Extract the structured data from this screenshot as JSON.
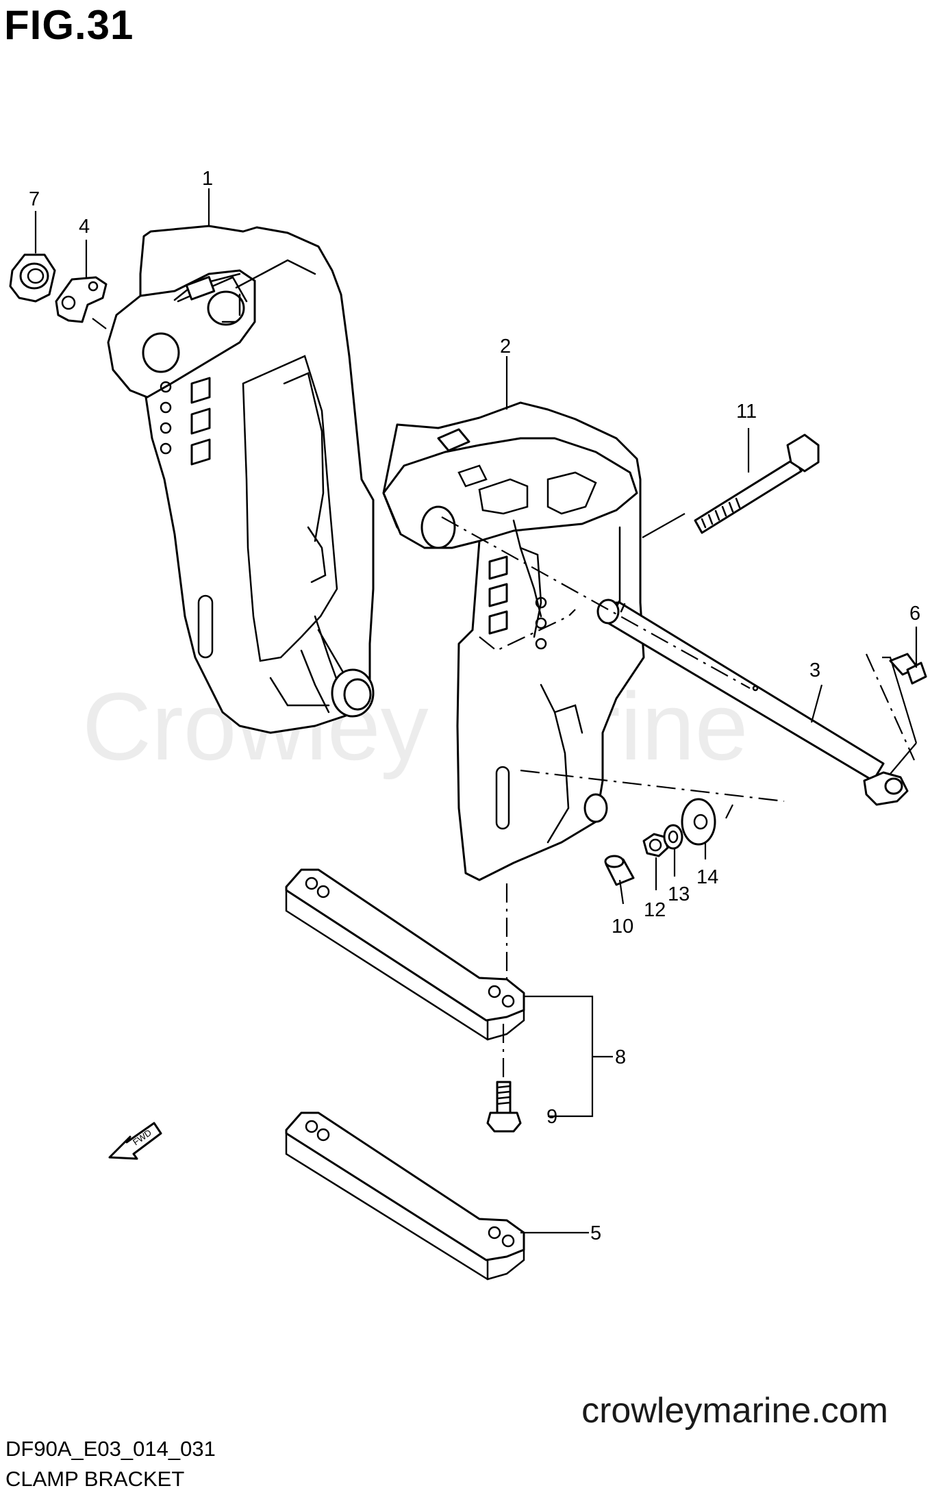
{
  "figure": {
    "title": "FIG.31",
    "watermark": "Crowley Marine",
    "site": "crowleymarine.com",
    "drawing_code": "DF90A_E03_014_031",
    "section": "CLAMP BRACKET",
    "fwd_label": "FWD"
  },
  "callouts": [
    {
      "id": "1",
      "text": "1"
    },
    {
      "id": "2",
      "text": "2"
    },
    {
      "id": "3",
      "text": "3"
    },
    {
      "id": "4",
      "text": "4"
    },
    {
      "id": "5",
      "text": "5"
    },
    {
      "id": "6",
      "text": "6"
    },
    {
      "id": "7",
      "text": "7"
    },
    {
      "id": "8",
      "text": "8"
    },
    {
      "id": "9",
      "text": "9"
    },
    {
      "id": "10",
      "text": "10"
    },
    {
      "id": "11",
      "text": "11"
    },
    {
      "id": "12",
      "text": "12"
    },
    {
      "id": "13",
      "text": "13"
    },
    {
      "id": "14",
      "text": "14"
    }
  ],
  "colors": {
    "line": "#000000",
    "background": "#ffffff",
    "watermark": "#ececec"
  }
}
